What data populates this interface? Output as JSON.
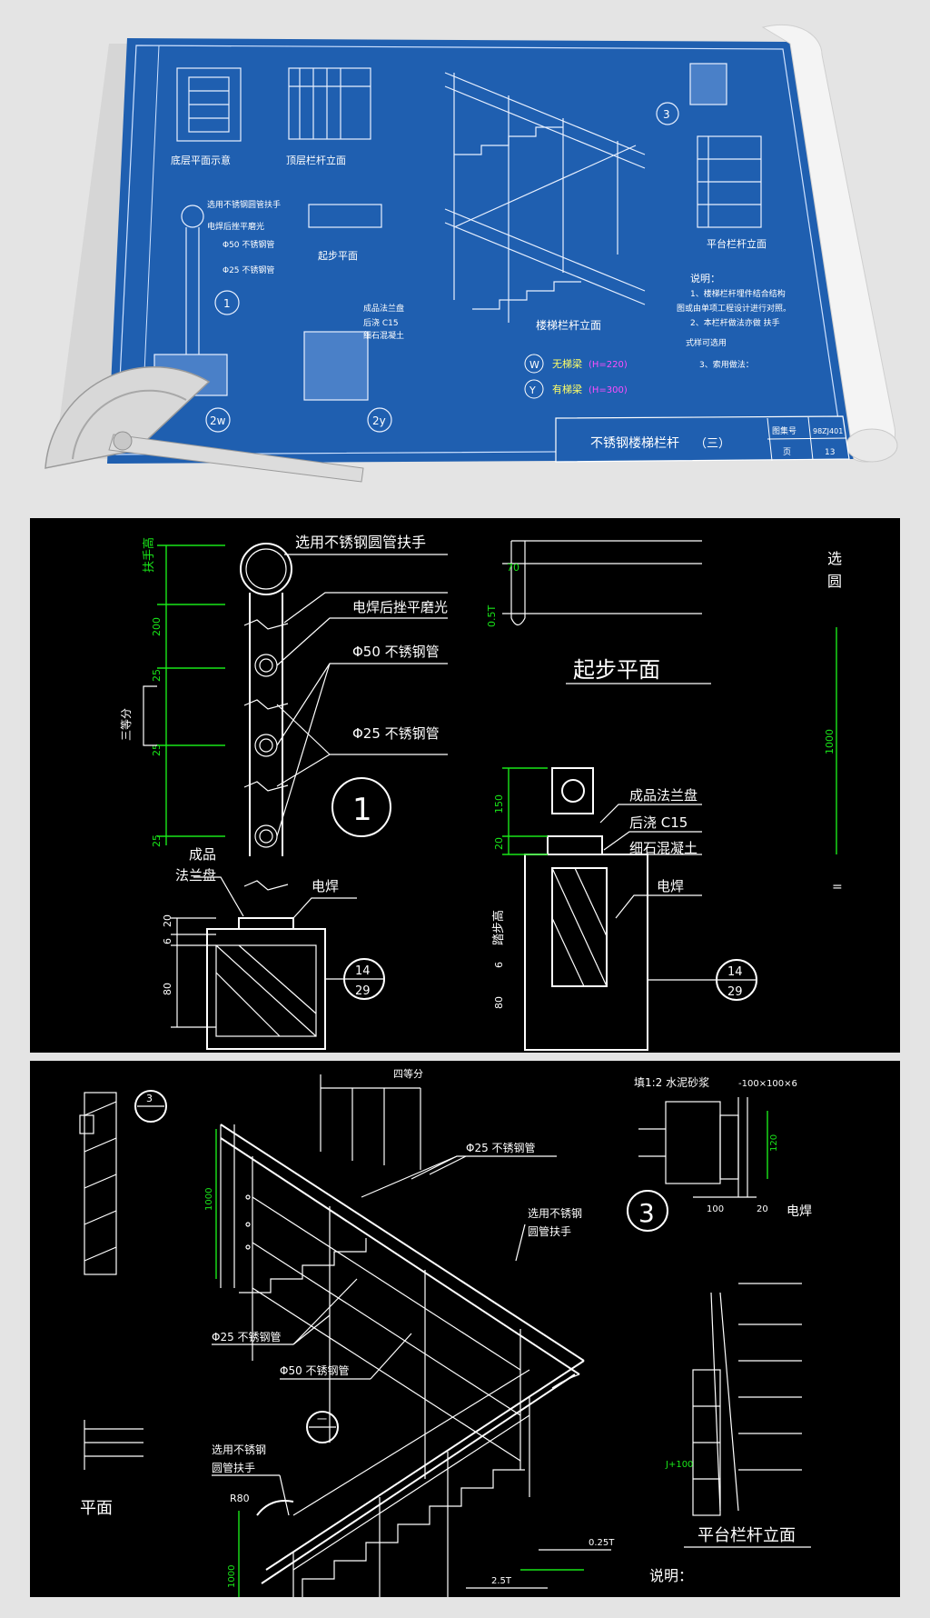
{
  "colors": {
    "page_bg": "#e4e4e4",
    "blueprint_blue": "#1f5fb0",
    "cad_black": "#000000",
    "cad_white": "#ffffff",
    "cad_green": "#19e619",
    "cad_magenta": "#ff4dff",
    "cad_yellow": "#ffff66"
  },
  "blueprint": {
    "views": {
      "first_floor_plan": "底层平面示意",
      "top_floor_elevation": "顶层栏杆立面",
      "stair_railing_elevation": "楼梯栏杆立面",
      "platform_elevation": "平台栏杆立面",
      "starting_plan": "起步平面"
    },
    "callouts": {
      "handrail": "选用不锈钢圆管扶手",
      "weld_polish": "电焊后挫平磨光",
      "pipe50": "Φ50 不锈钢管",
      "pipe25": "Φ25 不锈钢管",
      "flange": "成品法兰盘",
      "c15": "后浇 C15",
      "concrete": "细石混凝土"
    },
    "bubbles": [
      "1",
      "2w",
      "2y",
      "3"
    ],
    "legend": [
      {
        "symbol": "W",
        "label": "无梯梁",
        "note": "(H=220)"
      },
      {
        "symbol": "Y",
        "label": "有梯梁",
        "note": "(H=300)"
      }
    ],
    "notes": {
      "heading": "说明：",
      "line1": "1、楼梯栏杆埋件结合结构",
      "line2": "图或由单项工程设计进行对照。",
      "line3": "2、本栏杆做法亦做 扶手",
      "line4": "3、索用做法：",
      "link": "式样可选用"
    },
    "title_block": {
      "title": "不锈钢楼梯栏杆",
      "number": "（三）",
      "atlas_label": "图集号",
      "atlas_value": "98ZJ401",
      "page_label": "页",
      "page_value": "13"
    }
  },
  "detail_a": {
    "handrail": "选用不锈钢圆管扶手",
    "weld_polish": "电焊后挫平磨光",
    "pipe50": "Φ50  不锈钢管",
    "pipe25": "Φ25  不锈钢管",
    "flange_line1": "成品",
    "flange_line2": "法兰盘",
    "weld": "电焊",
    "bubble": "1",
    "ref_top": "14",
    "ref_bottom": "29",
    "rail_height": "扶手高",
    "three_equal": "三等分",
    "dims_left": [
      "200",
      "25",
      "25",
      "25",
      "6",
      "20",
      "80"
    ],
    "start_plan": "起步平面",
    "dim_70": "70",
    "dim_05t": "0.5T",
    "flange_product": "成品法兰盘",
    "c15": "后浇 C15",
    "concrete": "细石混凝土",
    "weld2": "电焊",
    "step_height": "踏步高",
    "dims_mid": [
      "150",
      "20",
      "6",
      "80"
    ],
    "ref2_top": "14",
    "ref2_bottom": "29",
    "right_label": "选",
    "right_label2": "圆",
    "dim_1000": "1000",
    "eq": "="
  },
  "detail_b": {
    "bubble_top": "3",
    "bubble_left_sub": "一",
    "four_equal": "四等分",
    "pipe25": "Φ25 不锈钢管",
    "handrail_line1": "选用不锈钢",
    "handrail_line2": "圆管扶手",
    "pipe25b": "Φ25 不锈钢管",
    "pipe50": "Φ50 不锈钢管",
    "dim_1000": "1000",
    "handrail2_line1": "选用不锈钢",
    "handrail2_line2": "圆管扶手",
    "r80": "R80",
    "dim_1000b": "1000",
    "dim_025t": "0.25T",
    "dim_25t": "2.5T",
    "plan": "平面",
    "notes": "说明：",
    "mortar": "填1:2  水泥砂浆",
    "plate": "-100×100×6",
    "dim_120": "120",
    "dim_100": "100",
    "dim_20": "20",
    "weld": "电焊",
    "bubble3": "3",
    "jh": "J+100",
    "platform": "平台栏杆立面"
  }
}
